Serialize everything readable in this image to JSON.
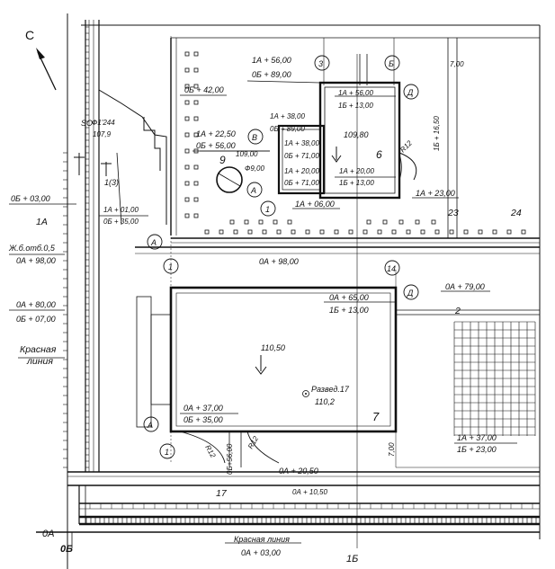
{
  "north": "С",
  "labels": {
    "l_06_42": "0Б + 42,00",
    "l_1A_56_top": "1А + 56,00",
    "l_06_89_top": "0Б + 89,00",
    "l_1A_56_in": "1А + 56,00",
    "l_16_13_in": "1Б + 13,00",
    "l_1A_38a": "1А + 38,00",
    "l_06_89b": "0Б + 89,00",
    "l_1A_38b": "1А + 38,00",
    "l_06_71a": "0Б + 71,00",
    "l_1A_22": "1А + 22,50",
    "l_06_36": "0Б + 56,00",
    "l_1A_20a": "1А + 20,00",
    "l_06_71b": "0Б + 71,00",
    "l_1A_20b": "1А + 20,00",
    "l_16_13b": "1Б + 13,00",
    "l_1A_23": "1А + 23,00",
    "l_1A_06": "1А + 06,00",
    "l_06_03": "0Б + 03,00",
    "l_1A_01": "1А + 01,00",
    "l_06_35": "0Б + 35,00",
    "l_1A": "1А",
    "l_zh": "Ж.б.отб.0,5",
    "l_0A_98a": "0А + 98,00",
    "l_0A_98b": "0А + 98,00",
    "l_0A_80": "0А + 80,00",
    "l_06_07": "0Б + 07,00",
    "l_krasnaya": "Красная",
    "l_liniya": "линия",
    "l_0A_65": "0А + 65,00",
    "l_16_13c": "1Б + 13,00",
    "l_0A_79": "0А + 79,00",
    "l_0A_37a": "0А + 37,00",
    "l_06_35b": "0Б + 35,00",
    "l_1A_37": "1А + 37,00",
    "l_16_23": "1Б + 23,00",
    "l_0A_20": "0А + 20,50",
    "l_0A_10": "0А + 10,50",
    "l_krasnaya_liniya": "Красная линия",
    "l_0A_03": "0А + 03,00",
    "l_06_56": "0Б+56,00",
    "l_7_00a": "7,00",
    "l_7_00b": "7,00",
    "l_16_50": "1Б + 16,50",
    "l_ax_0A": "0А",
    "l_ax_06": "0Б",
    "l_ax_16": "1Б"
  },
  "elevations": {
    "e_109_80": "109,80",
    "e_109_00": "109,00",
    "e_phi": "Ф9,00",
    "e_110_50": "110,50",
    "e_razv": "Развед.17",
    "e_110_2": "110,2",
    "e_gold1": "SO",
    "e_gold2": "107,9",
    "e_gold3": "Ф1'244"
  },
  "radii": {
    "r12a": "R12",
    "r12b": "R12",
    "r12c": "R12"
  },
  "building_numbers": {
    "b9": "9",
    "b6": "6",
    "b7": "7",
    "b23": "23",
    "b24": "24",
    "b17": "17",
    "b2": "2",
    "b1_3": "1(3)"
  },
  "axis_markers": {
    "m_3": "3",
    "m_B": "Б",
    "m_D1": "Д",
    "m_V": "В",
    "m_A1": "А",
    "m_1a": "1",
    "m_A2": "А",
    "m_1b": "1",
    "m_14": "14",
    "m_D2": "Д",
    "m_A3": "А",
    "m_1c": "1"
  }
}
